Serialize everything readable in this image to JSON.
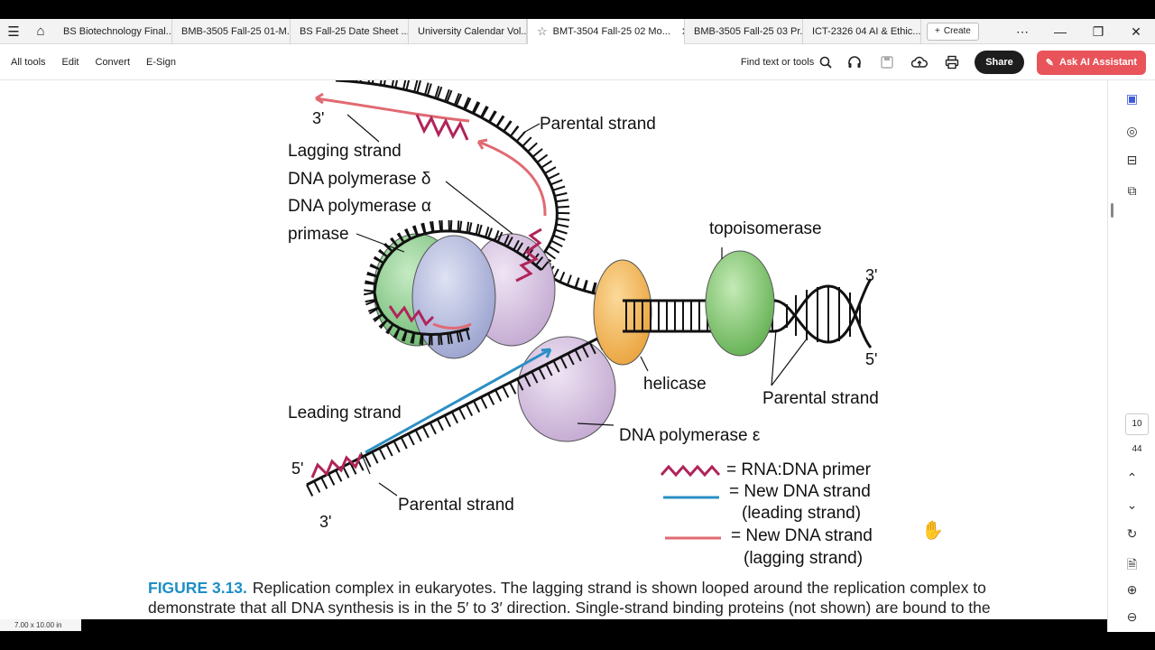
{
  "tabs": [
    {
      "label": "BS Biotechnology Final..."
    },
    {
      "label": "BMB-3505 Fall-25 01-M..."
    },
    {
      "label": "BS Fall-25 Date Sheet ..."
    },
    {
      "label": "University Calendar Vol..."
    },
    {
      "label": "BMT-3504 Fall-25 02 Mo...",
      "active": true
    },
    {
      "label": "BMB-3505 Fall-25 03 Pr..."
    },
    {
      "label": "ICT-2326 04 AI & Ethic..."
    }
  ],
  "create_label": "Create",
  "menu": [
    "All tools",
    "Edit",
    "Convert",
    "E-Sign"
  ],
  "find_label": "Find text or tools",
  "share_label": "Share",
  "ai_label": "Ask AI Assistant",
  "diagram": {
    "lagging_strand": "Lagging strand",
    "parental_top": "Parental strand",
    "pol_delta": "DNA polymerase δ",
    "pol_alpha": "DNA polymerase α",
    "primase": "primase",
    "topoisomerase": "topoisomerase",
    "helicase": "helicase",
    "parental_right": "Parental strand",
    "leading_strand": "Leading strand",
    "pol_epsilon": "DNA polymerase ε",
    "parental_bottom": "Parental strand",
    "end_3_top": "3'",
    "end_3_right": "3'",
    "end_5_right": "5'",
    "end_5_left": "5'",
    "end_3_bottom": "3'",
    "legend_primer": "= RNA:DNA primer",
    "legend_new_leading_1": "= New DNA strand",
    "legend_new_leading_2": "(leading strand)",
    "legend_new_lagging_1": "= New DNA strand",
    "legend_new_lagging_2": "(lagging strand)",
    "colors": {
      "primer": "#b0245a",
      "leading": "#2b8fc4",
      "lagging": "#e06a72",
      "helicase": "#f2b24e",
      "topo": "#78c06a",
      "pol_purple": "#d6c3e0",
      "pol_blue": "#b8bfe0",
      "pol_green": "#8fcf94"
    }
  },
  "caption": {
    "figure_label": "FIGURE 3.13.",
    "text_line1": "Replication complex in eukaryotes. The lagging strand is shown looped around the replication complex to",
    "text_line2": "demonstrate that all DNA synthesis is in the 5′ to 3′ direction. Single-strand binding proteins (not shown) are bound to the"
  },
  "page_size": "7.00 x 10.00 in",
  "page_number": "10",
  "page_total": "44"
}
